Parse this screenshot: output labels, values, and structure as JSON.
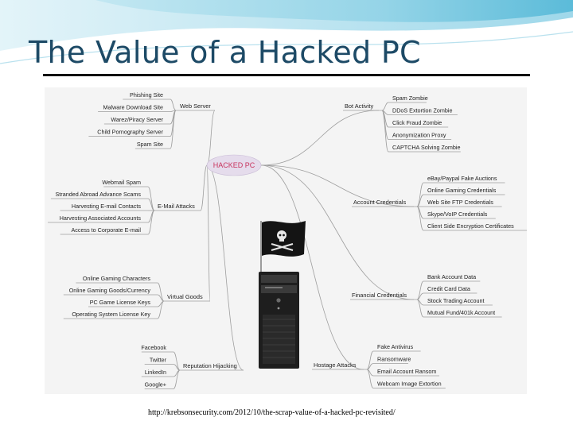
{
  "slide": {
    "title": "The Value of a Hacked PC",
    "source": "http://krebsonsecurity.com/2012/10/the-scrap-value-of-a-hacked-pc-revisited/"
  },
  "colors": {
    "title": "#1d4a66",
    "swoosh": "#6fc4dc",
    "branch_line": "#9e9e9e",
    "center_text": "#c8345e",
    "center_fill": "#e5dcec",
    "leaf_text": "#222222"
  },
  "mindmap": {
    "center": "HACKED PC",
    "branches": [
      {
        "id": "web-server",
        "label": "Web Server",
        "side": "left",
        "leaves": [
          "Phishing Site",
          "Malware Download Site",
          "Warez/Piracy Server",
          "Child Pornography Server",
          "Spam Site"
        ]
      },
      {
        "id": "email-attacks",
        "label": "E-Mail Attacks",
        "side": "left",
        "leaves": [
          "Webmail Spam",
          "Stranded Abroad Advance Scams",
          "Harvesting E-mail Contacts",
          "Harvesting Associated Accounts",
          "Access to Corporate E-mail"
        ]
      },
      {
        "id": "virtual-goods",
        "label": "Virtual Goods",
        "side": "left",
        "leaves": [
          "Online Gaming Characters",
          "Online Gaming Goods/Currency",
          "PC Game License Keys",
          "Operating System License Key"
        ]
      },
      {
        "id": "reputation-hijacking",
        "label": "Reputation Hijacking",
        "side": "left",
        "leaves": [
          "Facebook",
          "Twitter",
          "LinkedIn",
          "Google+"
        ]
      },
      {
        "id": "bot-activity",
        "label": "Bot Activity",
        "side": "right",
        "leaves": [
          "Spam Zombie",
          "DDoS Extortion Zombie",
          "Click Fraud Zombie",
          "Anonymization Proxy",
          "CAPTCHA Solving Zombie"
        ]
      },
      {
        "id": "account-credentials",
        "label": "Account Credentials",
        "side": "right",
        "leaves": [
          "eBay/Paypal Fake Auctions",
          "Online Gaming Credentials",
          "Web Site FTP Credentials",
          "Skype/VoIP Credentials",
          "Client Side Encryption Certificates"
        ]
      },
      {
        "id": "financial-credentials",
        "label": "Financial Credentials",
        "side": "right",
        "leaves": [
          "Bank Account Data",
          "Credit Card Data",
          "Stock Trading Account",
          "Mutual Fund/401k Account"
        ]
      },
      {
        "id": "hostage-attacks",
        "label": "Hostage Attacks",
        "side": "right",
        "leaves": [
          "Fake Antivirus",
          "Ransomware",
          "Email Account Ransom",
          "Webcam Image Extortion"
        ]
      }
    ]
  }
}
